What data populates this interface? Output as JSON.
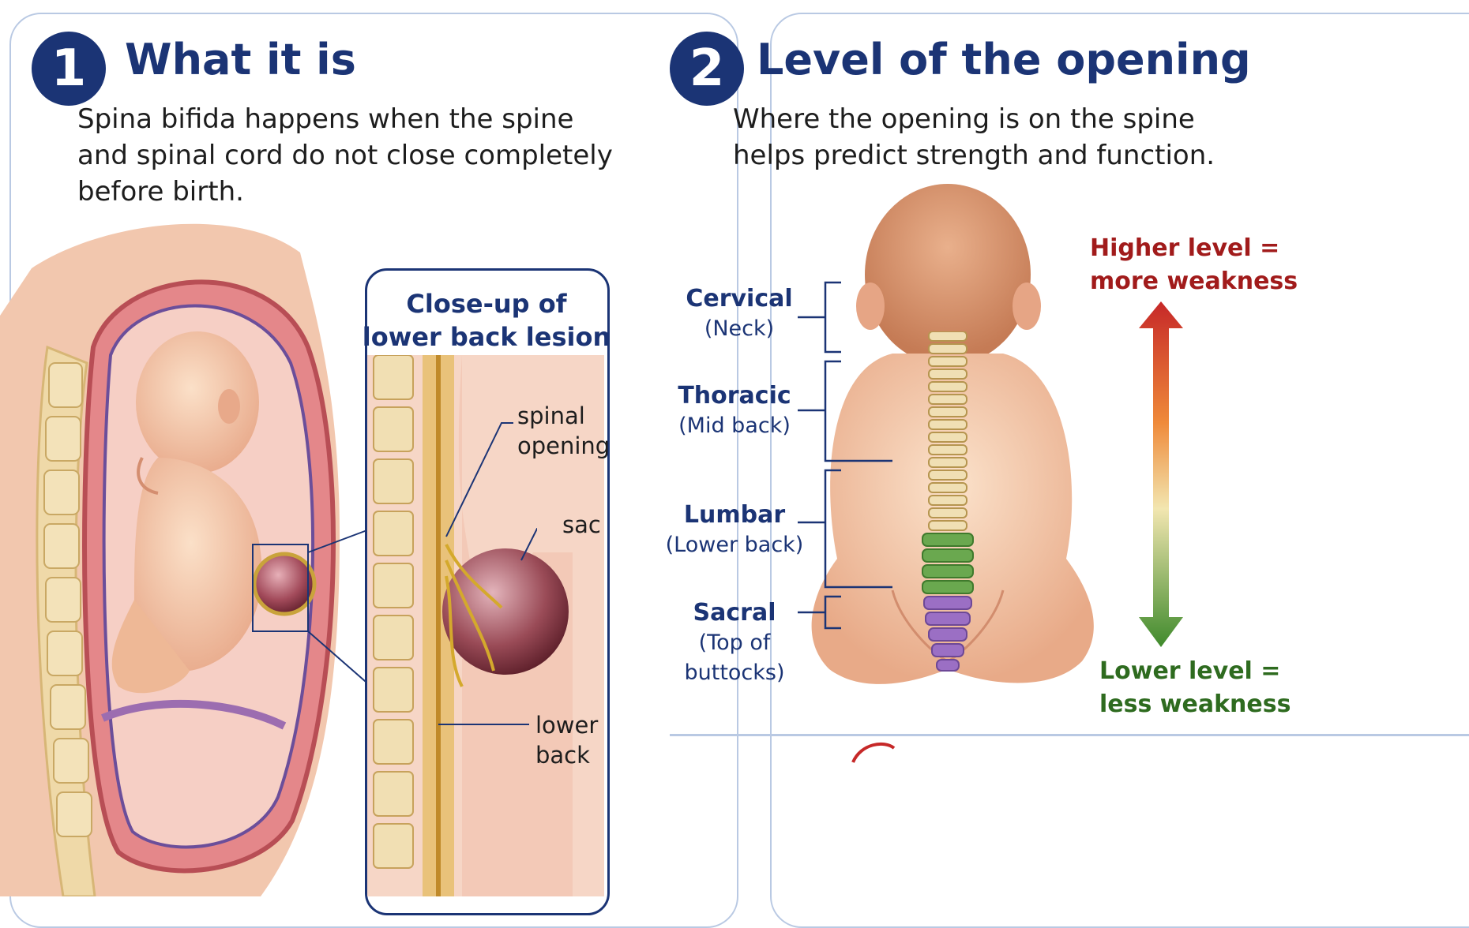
{
  "colors": {
    "navy": "#1b3475",
    "accent_red": "#a11b1b",
    "accent_green": "#2e6b1f",
    "lumbar": "#6aa84f",
    "sacral": "#9b6fc4"
  },
  "panel1": {
    "number": "1",
    "title": "What it is",
    "body_lines": [
      "Spina bifida happens when the spine",
      "and spinal cord do not close completely",
      "before birth."
    ],
    "closeup": {
      "title_lines": [
        "Close-up of",
        "lower back lesion"
      ],
      "callouts": {
        "spinal_opening": [
          "spinal",
          "opening"
        ],
        "sac": "sac",
        "lower_back": [
          "lower",
          "back"
        ]
      }
    }
  },
  "panel2": {
    "number": "2",
    "title": "Level of the opening",
    "body_lines": [
      "Where the opening is on the spine",
      "helps predict strength and function."
    ],
    "segments": [
      {
        "name": "Cervical",
        "sub": "(Neck)"
      },
      {
        "name": "Thoracic",
        "sub": "(Mid back)"
      },
      {
        "name": "Lumbar",
        "sub": "(Lower back)"
      },
      {
        "name": "Sacral",
        "sub": "(Top of buttocks)"
      }
    ],
    "scale": {
      "top_lines": [
        "Higher level =",
        "more weakness"
      ],
      "bottom_lines": [
        "Lower level =",
        "less weakness"
      ]
    }
  }
}
